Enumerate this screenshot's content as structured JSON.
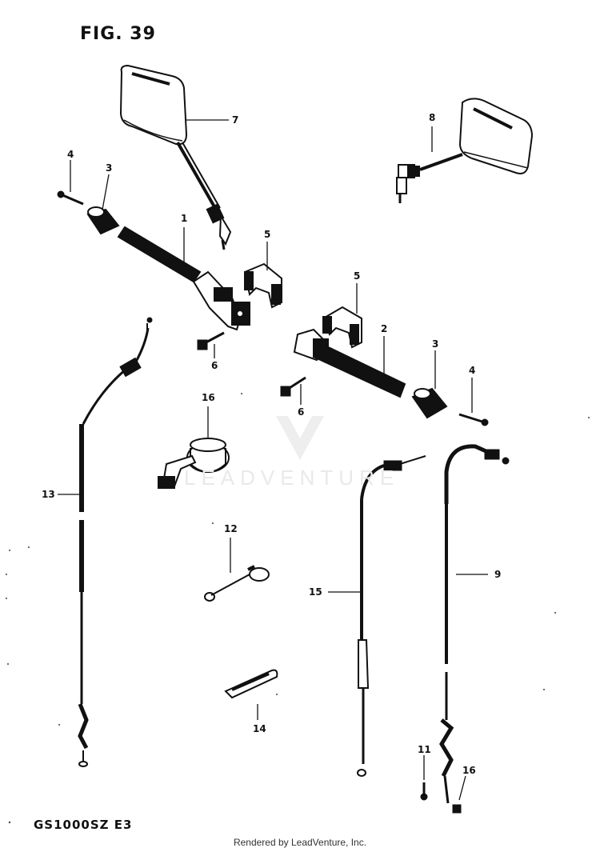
{
  "figure": {
    "title": "FIG. 39",
    "model": "GS1000SZ  E3"
  },
  "footer": {
    "credit": "Rendered by LeadVenture, Inc."
  },
  "watermark": {
    "text": "LEADVENTURE"
  },
  "callouts": {
    "p1": "1",
    "p2": "2",
    "p3a": "3",
    "p3b": "3",
    "p4a": "4",
    "p4b": "4",
    "p5a": "5",
    "p5b": "5",
    "p6a": "6",
    "p6b": "6",
    "p7": "7",
    "p8": "8",
    "p9": "9",
    "p11": "11",
    "p12": "12",
    "p13": "13",
    "p14": "14",
    "p15": "15",
    "p16": "16",
    "p16b": "16"
  }
}
